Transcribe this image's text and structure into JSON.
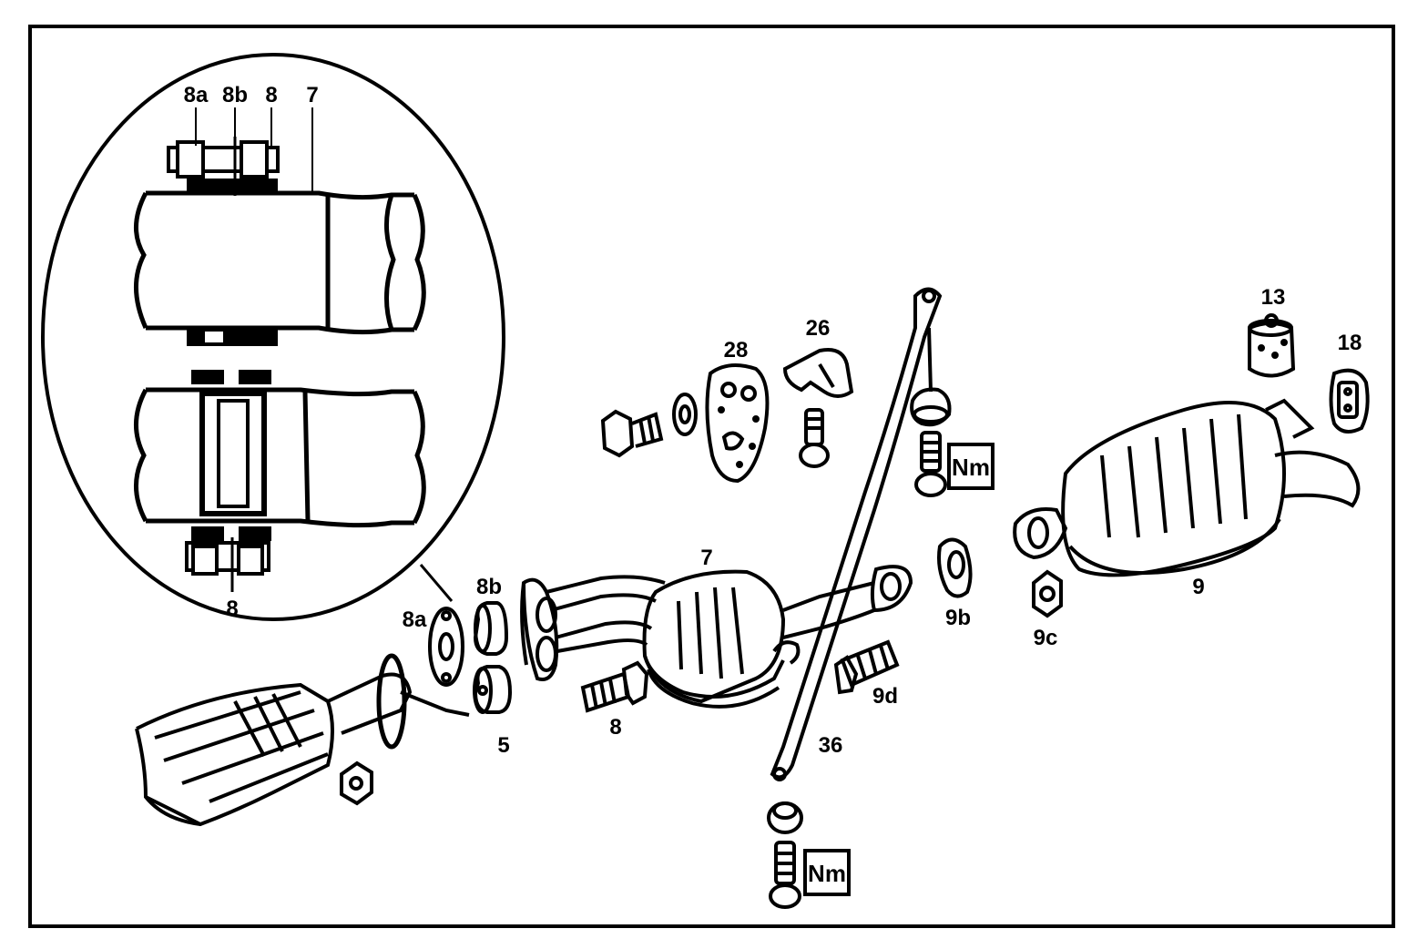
{
  "diagram": {
    "inset_labels": {
      "part_8a": "8a",
      "part_8b": "8b",
      "part_8": "8",
      "part_7": "7",
      "part_8_bottom": "8"
    },
    "part_labels": {
      "part_8a": "8a",
      "part_8b": "8b",
      "part_5": "5",
      "part_8": "8",
      "part_7": "7",
      "part_36": "36",
      "part_9b": "9b",
      "part_9c": "9c",
      "part_9d": "9d",
      "part_9": "9",
      "part_13": "13",
      "part_18": "18",
      "part_26": "26",
      "part_28": "28"
    },
    "torque_badges": {
      "upper": "Nm",
      "lower": "Nm"
    }
  }
}
